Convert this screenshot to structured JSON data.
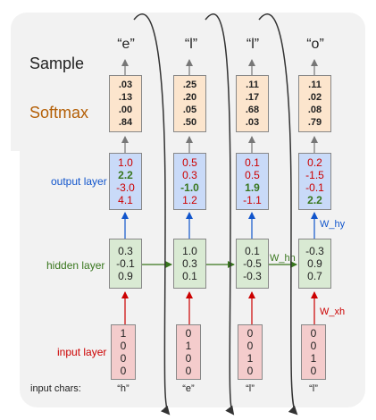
{
  "labels": {
    "sample": "Sample",
    "softmax": "Softmax",
    "output_layer": "output layer",
    "hidden_layer": "hidden layer",
    "input_layer": "input layer",
    "input_chars": "input chars:",
    "w_hh": "W_hh",
    "w_hy": "W_hy",
    "w_xh": "W_xh"
  },
  "columns": [
    {
      "sample": "“e”",
      "softmax": [
        ".03",
        ".13",
        ".00",
        ".84"
      ],
      "output": [
        "1.0",
        "2.2",
        "-3.0",
        "4.1"
      ],
      "output_highlight": 1,
      "hidden": [
        "0.3",
        "-0.1",
        "0.9"
      ],
      "input": [
        "1",
        "0",
        "0",
        "0"
      ],
      "char": "“h”"
    },
    {
      "sample": "“l”",
      "softmax": [
        ".25",
        ".20",
        ".05",
        ".50"
      ],
      "output": [
        "0.5",
        "0.3",
        "-1.0",
        "1.2"
      ],
      "output_highlight": 2,
      "hidden": [
        "1.0",
        "0.3",
        "0.1"
      ],
      "input": [
        "0",
        "1",
        "0",
        "0"
      ],
      "char": "“e”"
    },
    {
      "sample": "“l”",
      "softmax": [
        ".11",
        ".17",
        ".68",
        ".03"
      ],
      "output": [
        "0.1",
        "0.5",
        "1.9",
        "-1.1"
      ],
      "output_highlight": 2,
      "hidden": [
        "0.1",
        "-0.5",
        "-0.3"
      ],
      "input": [
        "0",
        "0",
        "1",
        "0"
      ],
      "char": "“l”"
    },
    {
      "sample": "“o”",
      "softmax": [
        ".11",
        ".02",
        ".08",
        ".79"
      ],
      "output": [
        "0.2",
        "-1.5",
        "-0.1",
        "2.2"
      ],
      "output_highlight": 3,
      "hidden": [
        "-0.3",
        "0.9",
        "0.7"
      ],
      "input": [
        "0",
        "0",
        "1",
        "0"
      ],
      "char": "“l”"
    }
  ],
  "colors": {
    "panel": "#f2f2f2",
    "softmax_fill": "#fce5cd",
    "output_fill": "#c9daf8",
    "hidden_fill": "#d9ead3",
    "input_fill": "#f4cccc",
    "output_red": "#cc0000",
    "output_green": "#38761d",
    "softmax_label": "#b45f06",
    "output_label": "#1155cc",
    "hidden_label": "#38761d",
    "input_label": "#cc0000"
  }
}
